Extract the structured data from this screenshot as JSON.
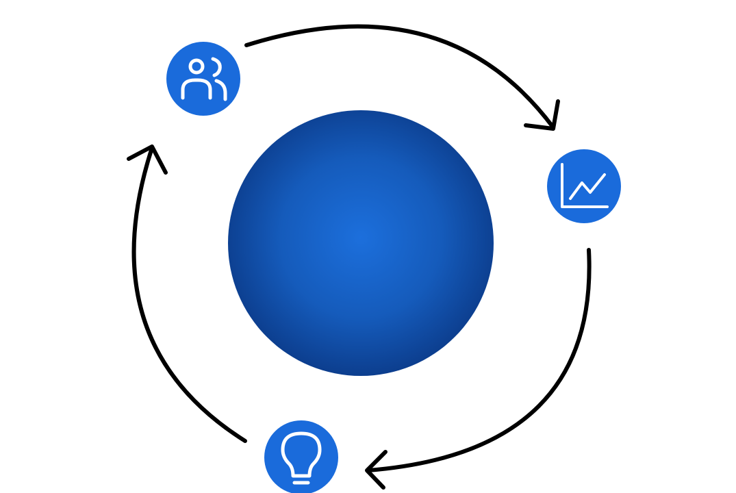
{
  "diagram": {
    "type": "cycle",
    "center": {
      "shape": "sphere",
      "color_highlight": "#1e6fdc",
      "color_shadow": "#0b3d8c"
    },
    "nodes": [
      {
        "id": "people",
        "icon": "people-icon",
        "color": "#1a6bdb"
      },
      {
        "id": "growth",
        "icon": "line-chart-icon",
        "color": "#1a6bdb"
      },
      {
        "id": "idea",
        "icon": "lightbulb-icon",
        "color": "#1a6bdb"
      }
    ],
    "flow": [
      "people",
      "growth",
      "idea",
      "people"
    ],
    "direction": "clockwise",
    "arrow_color": "#000000",
    "background": "#ffffff"
  }
}
